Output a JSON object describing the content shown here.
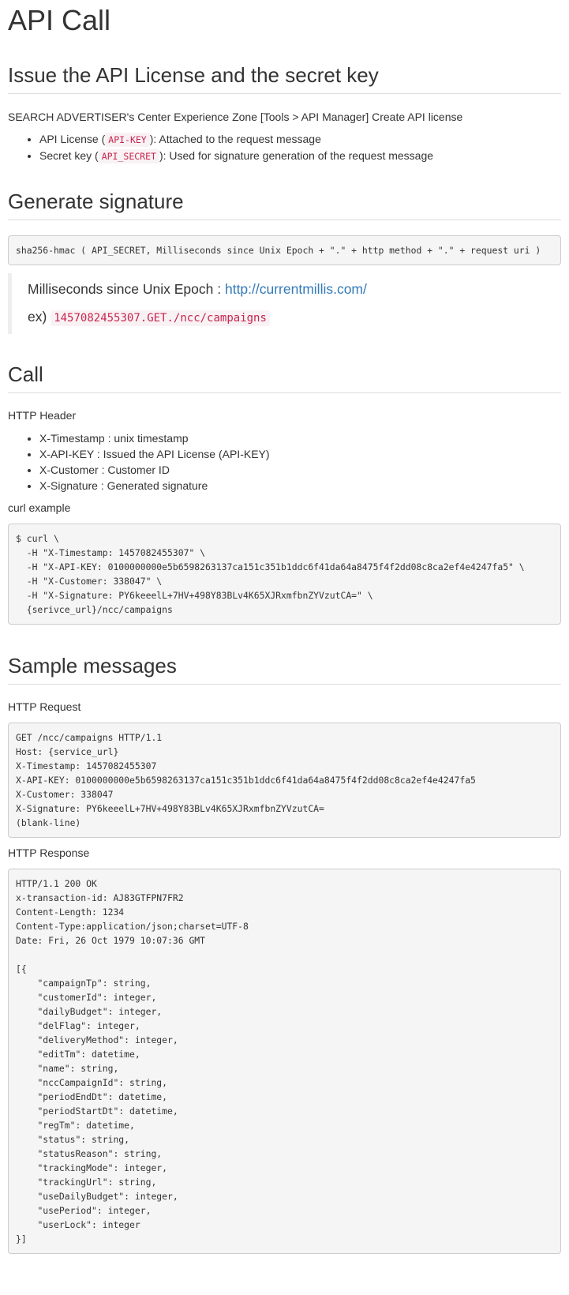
{
  "title": "API Call",
  "issue": {
    "heading": "Issue the API License and the secret key",
    "intro": "SEARCH ADVERTISER's Center Experience Zone [Tools > API Manager] Create API license",
    "items": [
      {
        "pre": "API License (",
        "code": "API-KEY",
        "post": "): Attached to the request message"
      },
      {
        "pre": "Secret key (",
        "code": "API_SECRET",
        "post": "): Used for signature generation of the request message"
      }
    ]
  },
  "signature": {
    "heading": "Generate signature",
    "formula": "sha256-hmac ( API_SECRET, Milliseconds since Unix Epoch + \".\" + http method + \".\" + request uri )",
    "quote_label": "Milliseconds since Unix Epoch : ",
    "quote_link": "http://currentmillis.com/",
    "example_prefix": "ex) ",
    "example_code": "1457082455307.GET./ncc/campaigns"
  },
  "call": {
    "heading": "Call",
    "header_label": "HTTP Header",
    "header_items": [
      "X-Timestamp : unix timestamp",
      "X-API-KEY : Issued the API License (API-KEY)",
      "X-Customer : Customer ID",
      "X-Signature : Generated signature"
    ],
    "curl_label": "curl example",
    "curl_code": "$ curl \\\n  -H \"X-Timestamp: 1457082455307\" \\\n  -H \"X-API-KEY: 0100000000e5b6598263137ca151c351b1ddc6f41da64a8475f4f2dd08c8ca2ef4e4247fa5\" \\\n  -H \"X-Customer: 338047\" \\\n  -H \"X-Signature: PY6keeelL+7HV+498Y83BLv4K65XJRxmfbnZYVzutCA=\" \\\n  {serivce_url}/ncc/campaigns"
  },
  "samples": {
    "heading": "Sample messages",
    "request_label": "HTTP Request",
    "request_code": "GET /ncc/campaigns HTTP/1.1\nHost: {service_url}\nX-Timestamp: 1457082455307\nX-API-KEY: 0100000000e5b6598263137ca151c351b1ddc6f41da64a8475f4f2dd08c8ca2ef4e4247fa5\nX-Customer: 338047\nX-Signature: PY6keeelL+7HV+498Y83BLv4K65XJRxmfbnZYVzutCA=\n(blank-line)",
    "response_label": "HTTP Response",
    "response_code": "HTTP/1.1 200 OK\nx-transaction-id: AJ83GTFPN7FR2\nContent-Length: 1234\nContent-Type:application/json;charset=UTF-8\nDate: Fri, 26 Oct 1979 10:07:36 GMT\n\n[{\n    \"campaignTp\": string,\n    \"customerId\": integer,\n    \"dailyBudget\": integer,\n    \"delFlag\": integer,\n    \"deliveryMethod\": integer,\n    \"editTm\": datetime,\n    \"name\": string,\n    \"nccCampaignId\": string,\n    \"periodEndDt\": datetime,\n    \"periodStartDt\": datetime,\n    \"regTm\": datetime,\n    \"status\": string,\n    \"statusReason\": string,\n    \"trackingMode\": integer,\n    \"trackingUrl\": string,\n    \"useDailyBudget\": integer,\n    \"usePeriod\": integer,\n    \"userLock\": integer\n}]"
  }
}
